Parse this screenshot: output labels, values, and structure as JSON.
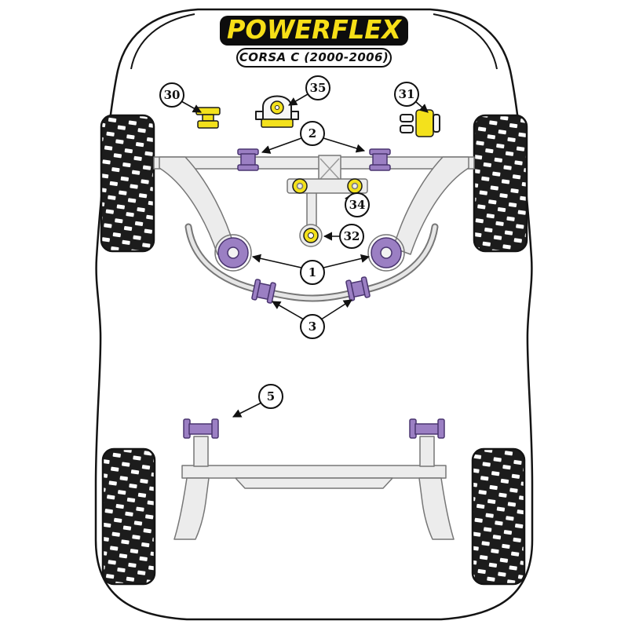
{
  "branding": {
    "logo": "POWERFLEX",
    "model": "CORSA C (2000-2006)"
  },
  "colors": {
    "brand_yellow": "#f7df17",
    "badge_black": "#0d0d0d",
    "bushing_purple": "#9b7fc3",
    "bushing_yellow": "#f3e11c",
    "metal_gray": "#ececec",
    "outline_black": "#141414"
  },
  "callouts": [
    {
      "label": "30"
    },
    {
      "label": "35"
    },
    {
      "label": "31"
    },
    {
      "label": "2"
    },
    {
      "label": "34"
    },
    {
      "label": "32"
    },
    {
      "label": "1"
    },
    {
      "label": "3"
    },
    {
      "label": "5"
    }
  ]
}
